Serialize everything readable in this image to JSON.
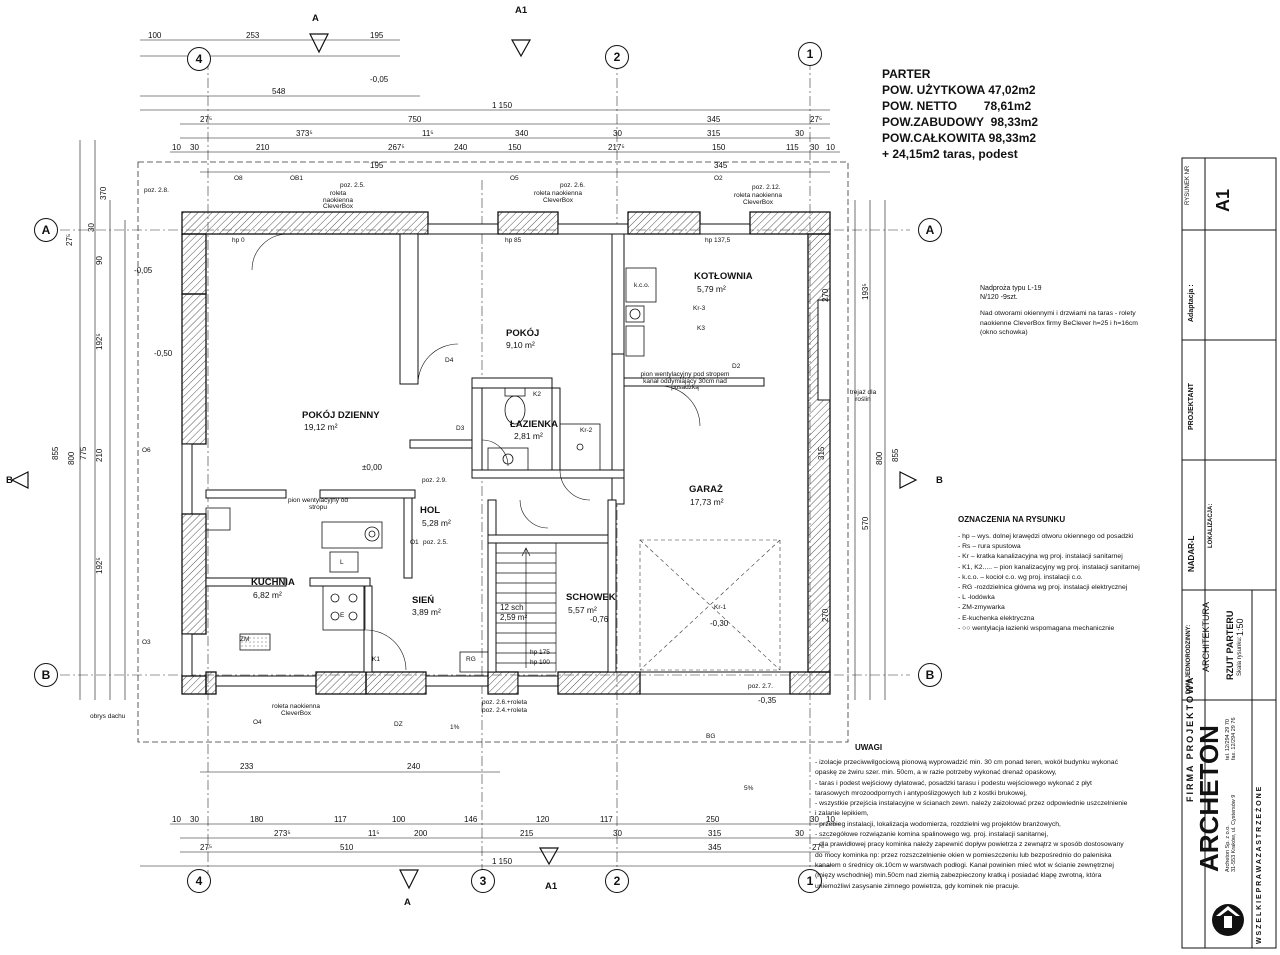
{
  "summary": {
    "title": "PARTER",
    "rows": [
      {
        "label": "POW. UŻYTKOWA",
        "value": "47,02m2"
      },
      {
        "label": "POW. NETTO",
        "value": "78,61m2"
      },
      {
        "label": "POW.ZABUDOWY",
        "value": "98,33m2"
      },
      {
        "label": "POW.CAŁKOWITA",
        "value": "98,33m2"
      }
    ],
    "extra": "+ 24,15m2 taras, podest"
  },
  "axes": {
    "a": "A",
    "b": "B",
    "n1": "1",
    "n2": "2",
    "n3": "3",
    "n4": "4",
    "sec_a": "A",
    "sec_a1": "A1"
  },
  "rooms": {
    "pokoj_dzienny": {
      "name": "POKÓJ DZIENNY",
      "area": "19,12 m²"
    },
    "pokoj": {
      "name": "POKÓJ",
      "area": "9,10 m²"
    },
    "kotlownia": {
      "name": "KOTŁOWNIA",
      "area": "5,79 m²"
    },
    "lazienka": {
      "name": "ŁAZIENKA",
      "area": "2,81 m²"
    },
    "garaz": {
      "name": "GARAŻ",
      "area": "17,73 m²"
    },
    "hol": {
      "name": "HOL",
      "area": "5,28 m²"
    },
    "kuchnia": {
      "name": "KUCHNIA",
      "area": "6,82 m²"
    },
    "sien": {
      "name": "SIEŃ",
      "area": "3,89 m²"
    },
    "schowek": {
      "name": "SCHOWEK",
      "area": "5,57 m²"
    }
  },
  "dims": {
    "top": {
      "r1": [
        "100",
        "253",
        "195"
      ],
      "r2": "548",
      "r3": "1 150",
      "r4": [
        "27⁵",
        "750",
        "345",
        "27⁵"
      ],
      "r5": [
        "373⁵",
        "11⁵",
        "340",
        "30",
        "315",
        "30"
      ],
      "r6": [
        "10",
        "30",
        "210",
        "267⁵",
        "240",
        "150",
        "217⁵",
        "150",
        "115",
        "30",
        "10"
      ],
      "r7": [
        "195",
        "345"
      ]
    },
    "bottom": {
      "r1": [
        "233",
        "240"
      ],
      "r2": [
        "10",
        "30",
        "180",
        "117",
        "100",
        "146",
        "120",
        "117",
        "250",
        "30",
        "10"
      ],
      "r3": [
        "273⁵",
        "11⁵",
        "200",
        "215",
        "30",
        "315",
        "30"
      ],
      "r4": [
        "27⁵",
        "510",
        "345",
        "27⁵"
      ],
      "r5": "1 150"
    },
    "left": [
      "370",
      "855",
      "775",
      "800",
      "27⁵",
      "30",
      "210",
      "192⁵",
      "192⁵",
      "90"
    ],
    "right": [
      "193⁵",
      "315",
      "570",
      "855",
      "800",
      "270",
      "270"
    ]
  },
  "annotations": {
    "heights": [
      "hp 85",
      "hp 137,5",
      "hp 0",
      "hp 100",
      "hp 175"
    ],
    "levels": [
      "±0,00",
      "-0,05",
      "-0,50",
      "-0,35",
      "-0,30",
      "-0,76",
      "-0,05"
    ],
    "poz": [
      "poz. 2.8.",
      "poz. 2.5.",
      "poz. 2.6.",
      "poz. 2.12.",
      "poz. 2.9.",
      "poz. 2.5.",
      "poz. 2.7.",
      "poz. 2.6.+roleta",
      "poz. 2.4.+roleta"
    ],
    "roleta": "roleta naokienna CleverBox",
    "windows": [
      "O8",
      "OB1",
      "O5",
      "O2",
      "O6",
      "O3",
      "O4",
      "D4",
      "D2",
      "O1",
      "DZ",
      "D3",
      "BG"
    ],
    "comp": [
      "K1",
      "K2",
      "K3",
      "Kr-1",
      "Kr-2",
      "Kr-3",
      "RG",
      "ZM",
      "E",
      "L",
      "k.c.o."
    ],
    "stairs": [
      "12 sch",
      "2,59 m²"
    ],
    "wenty": "pion wentylacyjny pod stropem kanał oddymiający 30cm nad posadzką",
    "wenty2": "pion wentylacyjny od stropu",
    "trejaz": "trejaż dla roślin",
    "obrys": "obrys dachu",
    "slope": "5%",
    "slope1": "1%"
  },
  "lintels": {
    "title": "Nadproża typu L-19",
    "count": "N/120 -9szt.",
    "note": "Nad otworami okiennymi i drzwiami na taras - rolety naokienne CleverBox firmy BeClever h=25 i h=16cm (okno schowka)"
  },
  "legend": {
    "title": "OZNACZENIA NA RYSUNKU",
    "items": [
      "- hp – wys. dolnej krawędzi otworu  okiennego od posadzki",
      "- Rs – rura spustowa",
      "- Kr – kratka kanalizacyjna wg proj. instalacji sanitarnej",
      "- K1, K2..... – pion kanalizacyjny wg proj. instalacji sanitarnej",
      "- k.c.o. – kocioł c.o. wg proj. instalacji c.o.",
      "- RG -rozdzielnica główna wg proj. instalacji elektrycznej",
      "- L -lodówka",
      "- ZM-zmywarka",
      "- E-kuchenka  elektryczna",
      "-  ○○  wentylacja łazienki wspomagana mechanicznie"
    ]
  },
  "notes": {
    "title": "UWAGI",
    "items": [
      "- izolacje przeciwwilgociową pionową wyprowadzić min. 30 cm ponad teren, wokół budynku wykonać",
      "  opaskę ze żwiru szer. min. 50cm, a w razie potrzeby wykonać drenaż opaskowy,",
      "- taras i podest wejściowy dylatować, posadzki tarasu i podestu wejściowego wykonać  z płyt",
      "  tarasowych mrozoodpornych i antypoślizgowych lub z kostki brukowej,",
      "- wszystkie przejścia instalacyjne w ścianach zewn. należy zaizolować przez odpowiednie uszczelnienie",
      "  i zalanie lepikiem,",
      "- przebieg instalacji, lokalizacja wodomierza, rozdzielni   wg projektów branżowych,",
      "- szczegółowe rozwiązanie komina spalinowego wg. proj. instalacji sanitarnej,",
      "- dla prawidłowej pracy kominka  należy zapewnić dopływ powietrza z zewnątrz w sposób dostosowany",
      "  do mocy kominka np: przez rozszczelnienie okien w pomieszczeniu lub bezpośrednio do paleniska",
      "  kanałem o średnicy ok.10cm w warstwach podłogi. Kanał powinien mieć wlot w ścianie zewnętrznej",
      "  (mięzy wschodniej) min.50cm nad ziemią zabezpieczony kratką i posiadać klapę zwrotną, która",
      "  uniemożliwi zasysanie zimnego powietrza, gdy kominek nie pracuje."
    ]
  },
  "titleblock": {
    "rysunek_nr_label": "RYSUNEK NR",
    "rysunek_nr": "A1",
    "adaptacja_label": "Adaptacja :",
    "projektant_label": "PROJEKTANT",
    "nadar": "NADAR-L",
    "lokalizacja_label": "LOKALIZACJA:",
    "dom_label": "DOM JEDNORODZINNY:",
    "branza": "ARCHITEKTURA",
    "rzut": "RZUT PARTERU",
    "skala_label": "Skala rysunku:",
    "skala": "1:50",
    "firma": "FIRMA PROJEKTOWA",
    "archeton": "ARCHETON",
    "address1": "Archeton Sp. z o.o.",
    "address2": "31-553 Kraków, ul. Cystersów 9",
    "tel": "tel. 12/294 29 70",
    "fax": "fax. 12/294 29 76",
    "rights": "W S Z E L K I E   P R A W A   Z A S T R Z E Ż O N E"
  },
  "colors": {
    "ink": "#111111",
    "hatch": "#555555",
    "paper": "#ffffff",
    "grid": "#333333"
  }
}
